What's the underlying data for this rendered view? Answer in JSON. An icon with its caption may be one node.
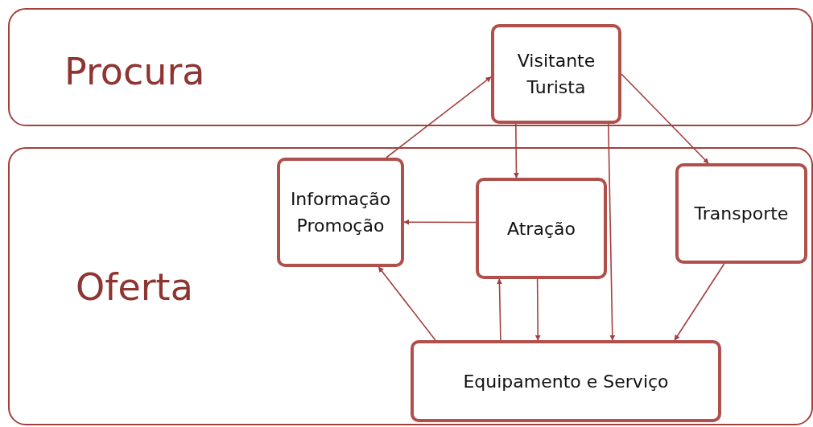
{
  "diagram": {
    "nodes": [
      {
        "text": [
          "Procura"
        ]
      },
      {
        "text": [
          "Visitante Turista"
        ],
        "in": 0
      },
      {
        "text": [
          "Oferta"
        ]
      },
      {
        "text": [
          "Informação Promoção"
        ],
        "in": 2
      },
      {
        "text": [
          "Atração"
        ],
        "in": 2
      },
      {
        "text": [
          "Transporte"
        ],
        "in": 2
      },
      {
        "text": [
          "Equipamento e Serviço"
        ],
        "in": 2
      }
    ],
    "edges": [
      {
        "from": 3,
        "to": 1,
        "arrow": "to"
      },
      {
        "from": 1,
        "to": 5,
        "arrow": "to"
      },
      {
        "from": 1,
        "to": 4,
        "arrow": "to"
      },
      {
        "from": 1,
        "to": 6,
        "arrow": "to"
      },
      {
        "from": 4,
        "to": 3,
        "arrow": "to"
      },
      {
        "from": 6,
        "to": 3,
        "arrow": "to"
      },
      {
        "from": 6,
        "to": 4,
        "arrow": "to"
      },
      {
        "from": 4,
        "to": 6,
        "arrow": "to"
      },
      {
        "from": 5,
        "to": 6,
        "arrow": "to"
      }
    ]
  }
}
